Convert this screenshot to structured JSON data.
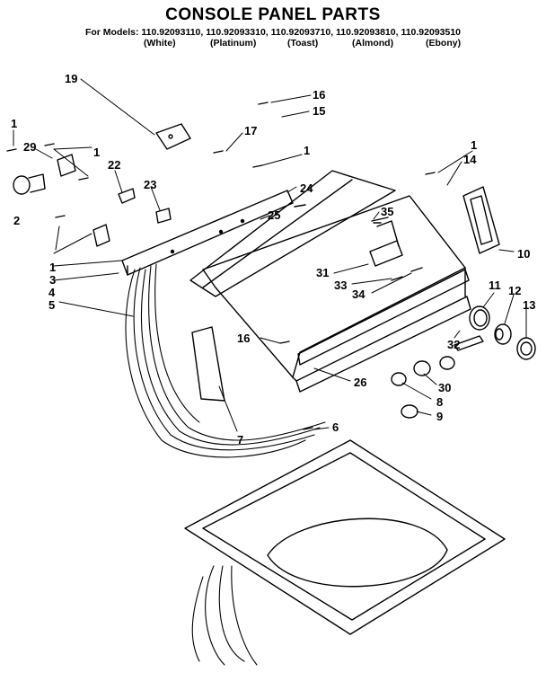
{
  "header": {
    "title": "CONSOLE PANEL PARTS",
    "models_label": "For Models:",
    "models": "110.92093110, 110.92093310, 110.92093710, 110.92093810, 110.92093510",
    "colors": [
      "(White)",
      "(Platinum)",
      "(Toast)",
      "(Almond)",
      "(Ebony)"
    ]
  },
  "callouts": [
    "1",
    "2",
    "3",
    "4",
    "5",
    "6",
    "7",
    "8",
    "9",
    "10",
    "11",
    "12",
    "13",
    "14",
    "15",
    "16",
    "17",
    "19",
    "22",
    "23",
    "24",
    "25",
    "26",
    "29",
    "30",
    "31",
    "32",
    "33",
    "34",
    "35"
  ]
}
